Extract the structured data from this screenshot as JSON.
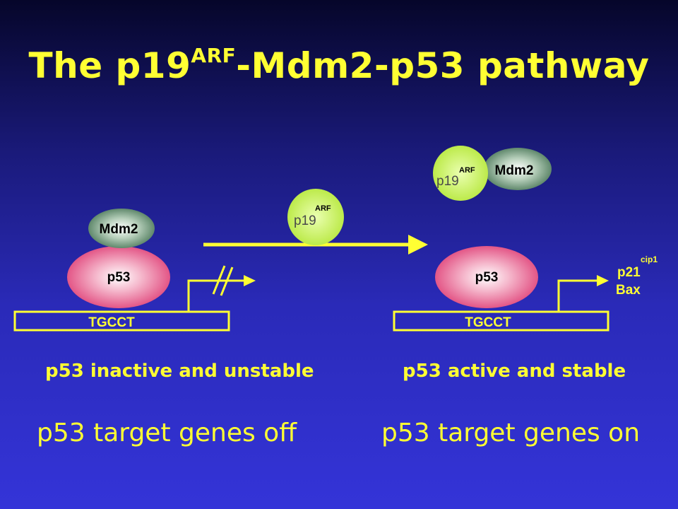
{
  "title": {
    "main": "The p19",
    "sup": "ARF",
    "rest": "-Mdm2-p53 pathway"
  },
  "left": {
    "mdm2": "Mdm2",
    "p53": "p53",
    "promoter": "TGCCT",
    "status": "p53 inactive and unstable",
    "genes": "p53 target genes off"
  },
  "middle": {
    "p19": "p19",
    "arf": "ARF"
  },
  "right": {
    "p19": "p19",
    "arf": "ARF",
    "mdm2": "Mdm2",
    "p53": "p53",
    "promoter": "TGCCT",
    "target1": "p21",
    "target1_sup": "cip1",
    "target2": "Bax",
    "status": "p53 active and stable",
    "genes": "p53 target genes on"
  },
  "colors": {
    "text": "#ffff33",
    "arrow": "#ffff33",
    "mdm2": "#5e8a6e",
    "p53": "#e8507a",
    "p19": "#c8f050"
  }
}
